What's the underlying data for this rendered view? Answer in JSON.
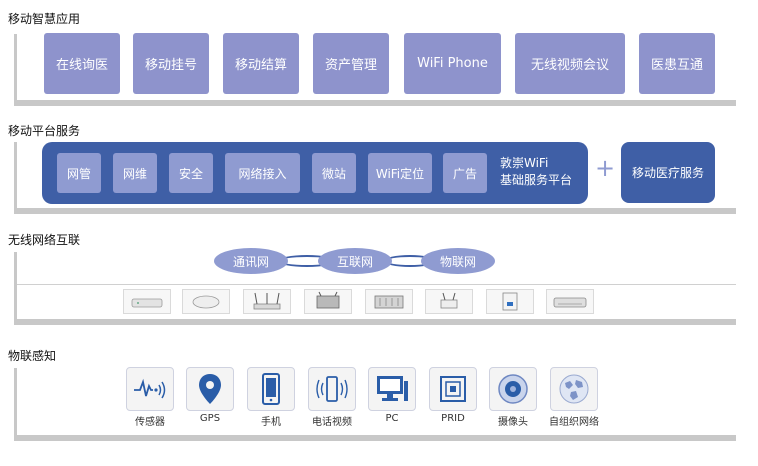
{
  "sections": {
    "apps": {
      "title": "移动智慧应用",
      "items": [
        "在线询医",
        "移动挂号",
        "移动结算",
        "资产管理",
        "WiFi Phone",
        "无线视频会议",
        "医患互通"
      ]
    },
    "platform": {
      "title": "移动平台服务",
      "items": [
        "网管",
        "网维",
        "安全",
        "网络接入",
        "微站",
        "WiFi定位",
        "广告"
      ],
      "platform_label_line1": "敦崇WiFi",
      "platform_label_line2": "基础服务平台",
      "plus": "+",
      "medical": "移动医疗服务"
    },
    "network": {
      "title": "无线网络互联",
      "nets": [
        "通讯网",
        "互联网",
        "物联网"
      ],
      "device_icons": [
        "router-icon",
        "ceiling-ap-icon",
        "antenna-router-icon",
        "outdoor-ap-icon",
        "rugged-ap-icon",
        "small-ap-icon",
        "wall-panel-ap-icon",
        "gateway-icon"
      ]
    },
    "iot": {
      "title": "物联感知",
      "items": [
        {
          "label": "传感器",
          "icon": "sensor-wave-icon"
        },
        {
          "label": "GPS",
          "icon": "location-pin-icon"
        },
        {
          "label": "手机",
          "icon": "mobile-phone-icon"
        },
        {
          "label": "电话视频",
          "icon": "video-phone-icon"
        },
        {
          "label": "PC",
          "icon": "pc-monitor-icon"
        },
        {
          "label": "PRID",
          "icon": "rfid-card-icon"
        },
        {
          "label": "摄像头",
          "icon": "camera-lens-icon"
        },
        {
          "label": "自组织网络",
          "icon": "globe-network-icon"
        }
      ]
    }
  },
  "colors": {
    "light_blue": "#8f9bd1",
    "dark_blue": "#3f5fa6",
    "frame_gray": "#c8c8c8"
  }
}
